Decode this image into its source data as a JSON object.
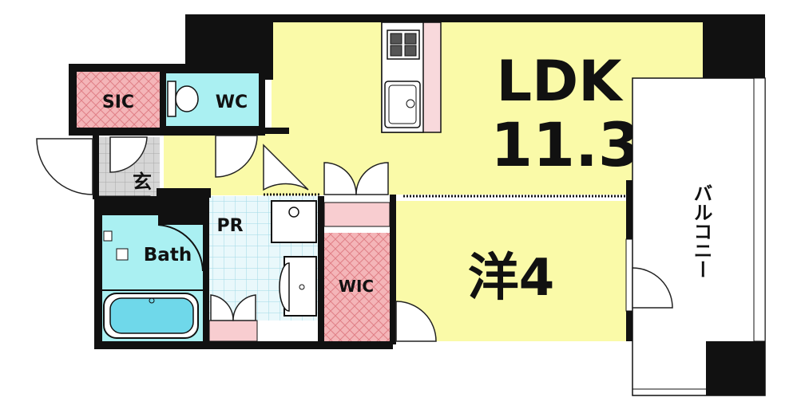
{
  "rooms": {
    "ldk_label": "LDK",
    "ldk_size": "11.3",
    "western_label": "洋4",
    "sic_label": "SIC",
    "wc_label": "WC",
    "genkan_label": "玄",
    "bath_label": "Bath",
    "pr_label": "PR",
    "wic_label": "WIC",
    "balcony_label": "バルコニー"
  },
  "colors": {
    "ldk": "#fafaa8",
    "western": "#fafaa8",
    "storage": "#f4b5b8",
    "wet": "#aaf0f2",
    "genkan": "#c8c8c8",
    "pink_step": "#f8cdd0",
    "wall": "#111111"
  },
  "icons": [
    "gas-stove-icon",
    "kitchen-sink-icon",
    "toilet-icon",
    "bathtub-icon",
    "shower-icon",
    "washbasin-icon",
    "washing-machine-icon"
  ]
}
